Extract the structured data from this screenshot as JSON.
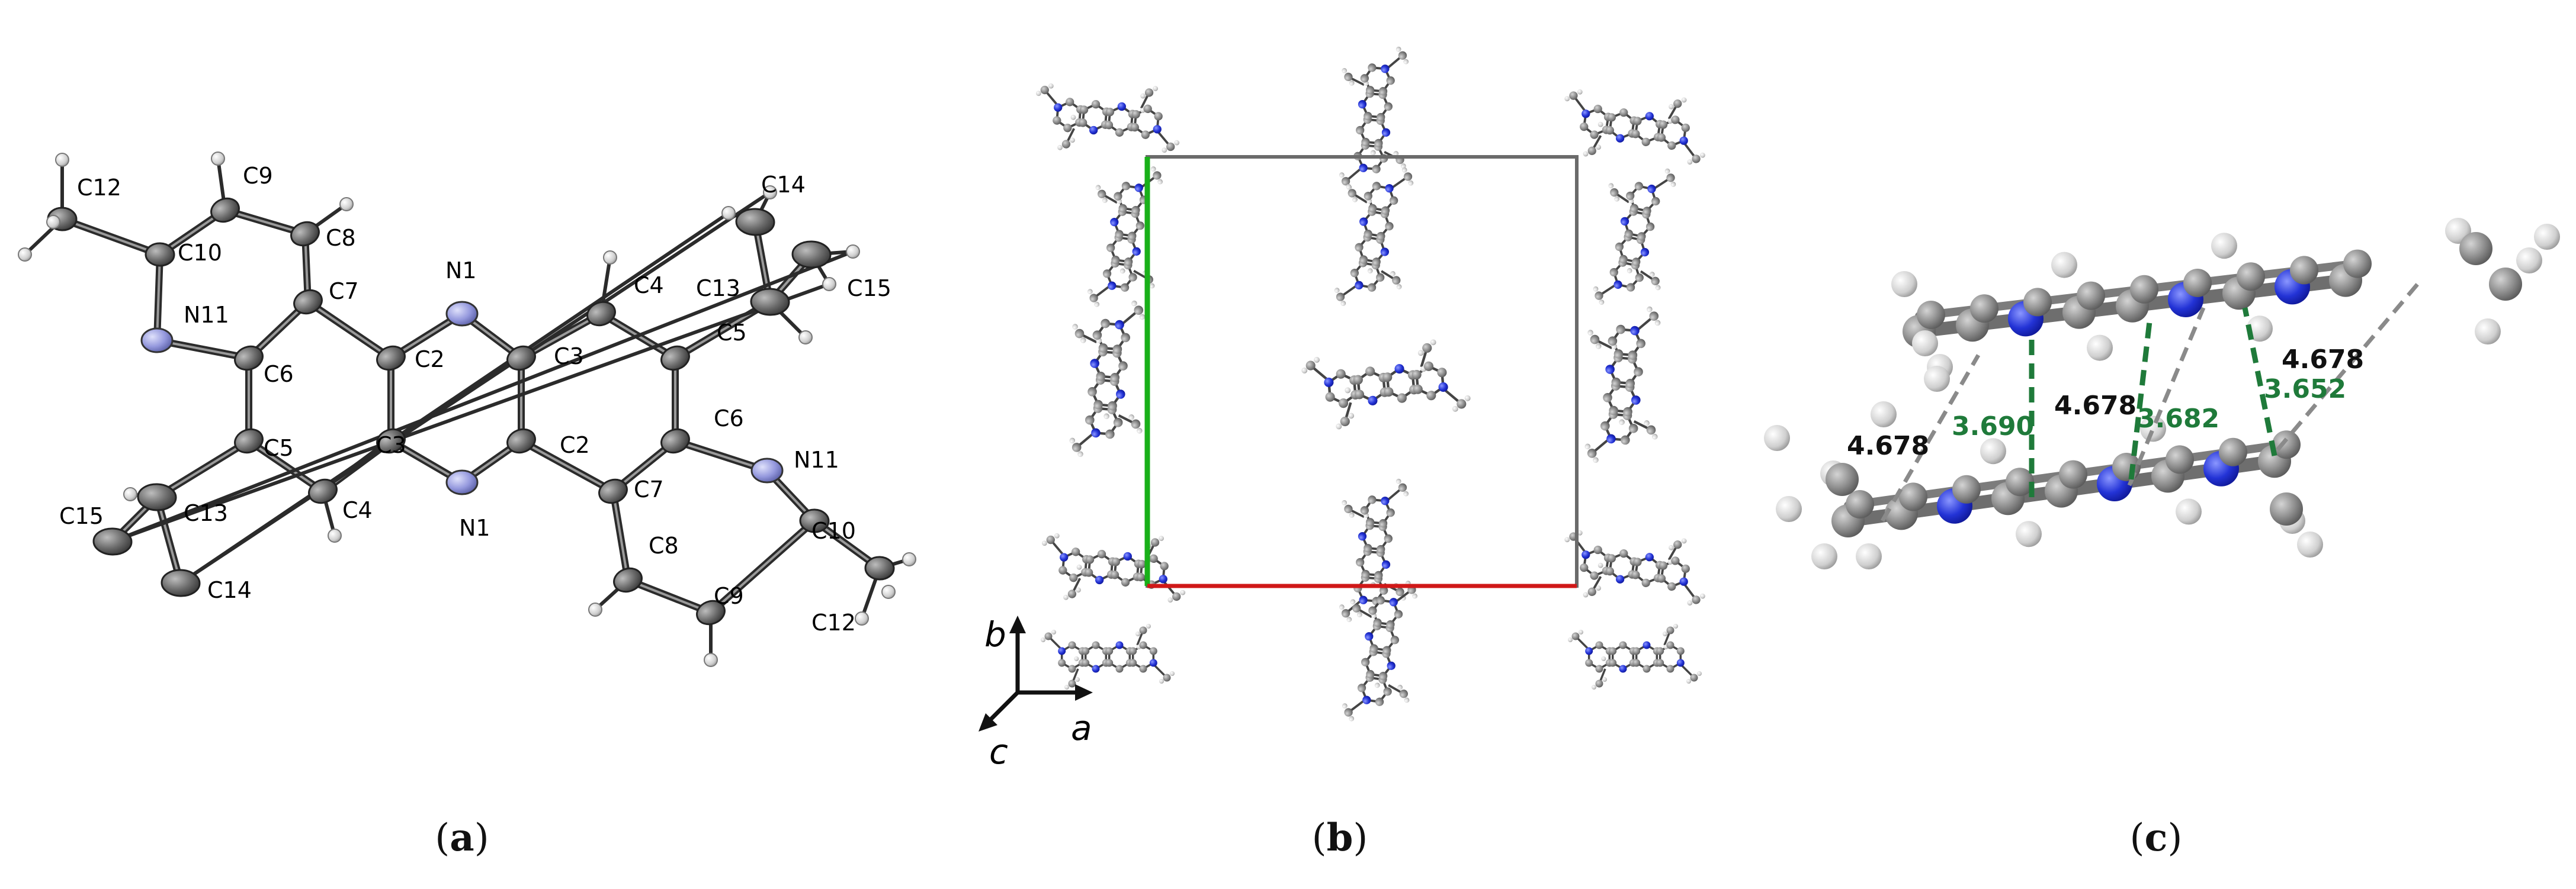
{
  "panels": [
    {
      "id": "a",
      "caption_open": "(",
      "caption_letter": "a",
      "caption_close": ")"
    },
    {
      "id": "b",
      "caption_open": "(",
      "caption_letter": "b",
      "caption_close": ")"
    },
    {
      "id": "c",
      "caption_open": "(",
      "caption_letter": "c",
      "caption_close": ")"
    }
  ],
  "panel_a": {
    "atom_labels": [
      "C12",
      "C9",
      "C8",
      "C10",
      "N11",
      "C7",
      "N1",
      "C2",
      "C6",
      "C3",
      "C5",
      "C4",
      "C13",
      "C14",
      "C15",
      "C3",
      "C2",
      "N1",
      "C4",
      "C15",
      "C13",
      "C14",
      "C5",
      "C6",
      "N11",
      "C7",
      "C8",
      "C10",
      "C9",
      "C12"
    ]
  },
  "panel_b": {
    "axes": {
      "a": "a",
      "b": "b",
      "c": "c"
    }
  },
  "panel_c": {
    "distances_gray": [
      "4.678",
      "4.678",
      "4.678"
    ],
    "distances_green": [
      "3.690",
      "3.682",
      "3.652"
    ]
  },
  "colors": {
    "carbon": "#5a5a5a",
    "nitrogen_a": "#8f95d8",
    "nitrogen": "#2a3ad8",
    "hydrogen": "#d0d0d0",
    "green_contact": "#1f7a3a",
    "axis_a": "#d01818",
    "axis_b": "#19b019"
  }
}
